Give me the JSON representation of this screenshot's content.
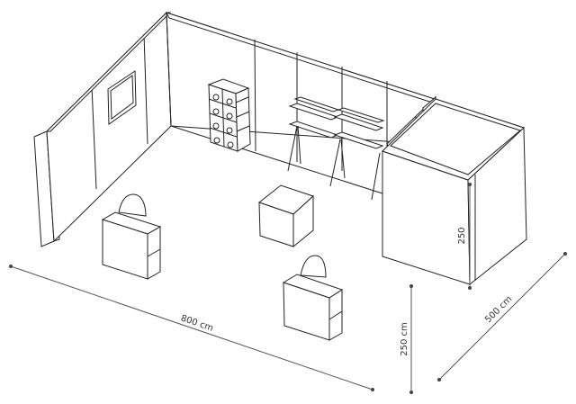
{
  "dimensions": {
    "width_label": "800 cm",
    "depth_label": "500 cm",
    "height_label": "250 cm",
    "room_height_label": "250"
  },
  "icons": {
    "chair": "chair-icon",
    "counter": "counter-icon",
    "shelf": "shelf-icon",
    "cube": "cube-icon"
  }
}
